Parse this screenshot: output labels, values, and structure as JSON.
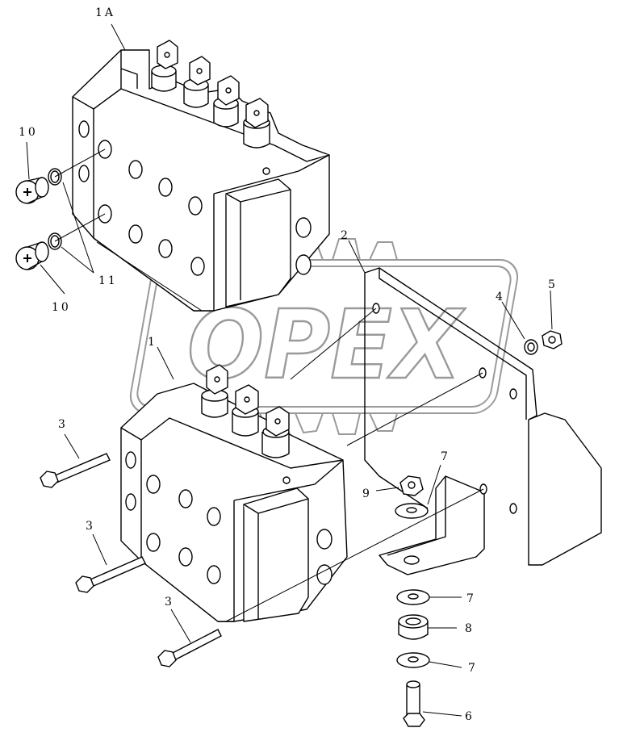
{
  "watermark": {
    "text": "OPEX",
    "color": "#9a9a9a"
  },
  "callouts": {
    "c1a": "1A",
    "c1": "1",
    "c2": "2",
    "c3a": "3",
    "c3b": "3",
    "c3c": "3",
    "c4": "4",
    "c5": "5",
    "c6": "6",
    "c7a": "7",
    "c7b": "7",
    "c7c": "7",
    "c8": "8",
    "c9": "9",
    "c10a": "10",
    "c10b": "10",
    "c11": "11"
  }
}
